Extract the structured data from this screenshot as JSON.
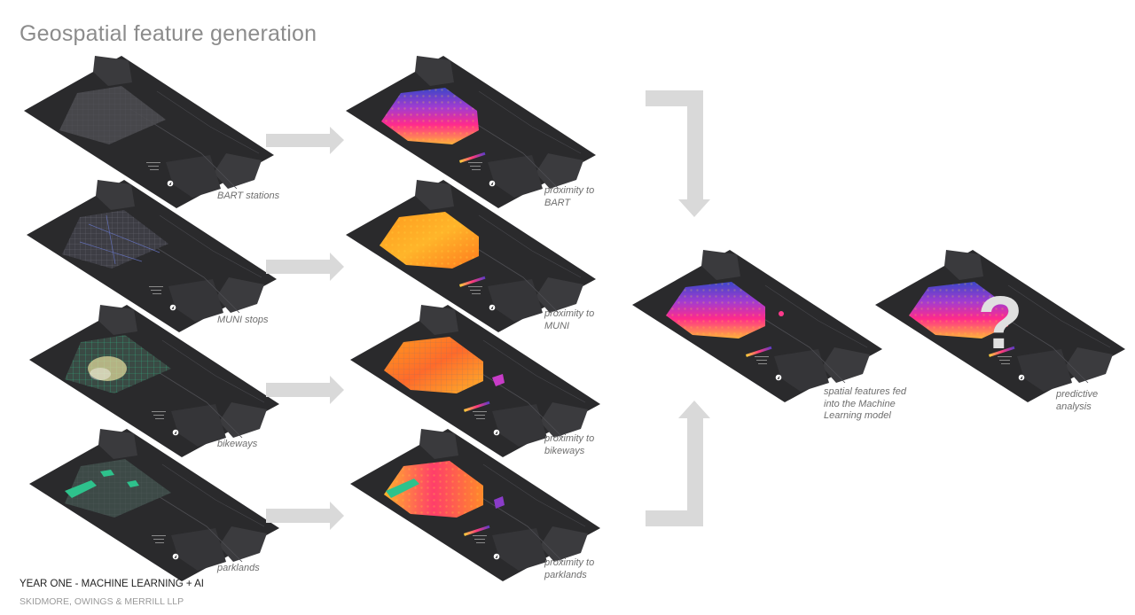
{
  "title": "Geospatial feature generation",
  "layers": [
    {
      "name": "bart",
      "input_caption": "BART stations",
      "output_caption": "proximity to\nBART"
    },
    {
      "name": "muni",
      "input_caption": "MUNI stops",
      "output_caption": "proximity to\nMUNI"
    },
    {
      "name": "bikeways",
      "input_caption": "bikeways",
      "output_caption": "proximity to\nbikeways"
    },
    {
      "name": "parklands",
      "input_caption": "parklands",
      "output_caption": "proximity to\nparklands"
    }
  ],
  "model_caption": "spatial features fed\ninto the Machine\nLearning model",
  "prediction_caption": "predictive analysis",
  "prediction_symbol": "?",
  "footer": {
    "line1": "YEAR ONE - MACHINE LEARNING + AI",
    "line2": "SKIDMORE, OWINGS & MERRILL LLP"
  },
  "colors": {
    "map_background": "#2a2a2c",
    "arrow": "#d9d9d9",
    "title": "#8c8c8c",
    "heat_magenta": "#ff1e8c",
    "heat_orange": "#ff9a1e",
    "heat_blue": "#3c46c8",
    "park_green": "#2ec28c"
  }
}
